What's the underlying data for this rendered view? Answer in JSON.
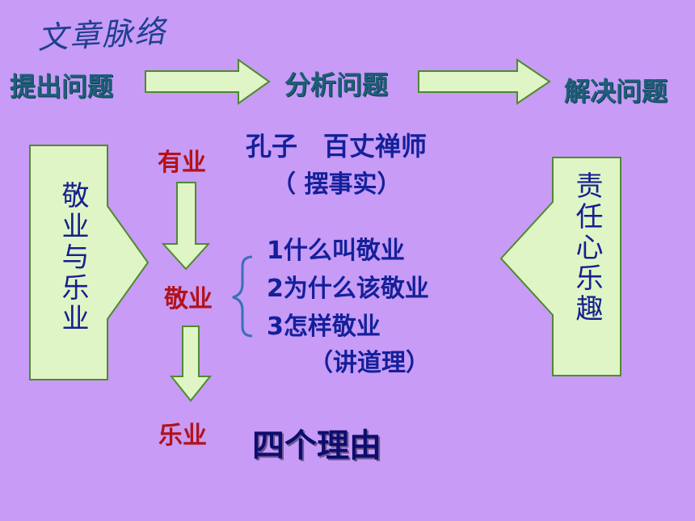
{
  "title": "文章脉络",
  "flow": [
    "提出问题",
    "分析问题",
    "解决问题"
  ],
  "stages": [
    "有业",
    "敬业",
    "乐业"
  ],
  "youye": {
    "line1": "孔子　百丈禅师",
    "line2": "（ 摆事实）"
  },
  "jingye": {
    "items": [
      "1什么叫敬业",
      "2为什么该敬业",
      "3怎样敬业"
    ],
    "note": "（讲道理）"
  },
  "leye": "四个理由",
  "left_box": "敬业与乐业",
  "right_box": "责任心乐趣",
  "colors": {
    "background": "#c79bf6",
    "box_fill": "#dff5c6",
    "box_stroke": "#4f8a2f"
  }
}
